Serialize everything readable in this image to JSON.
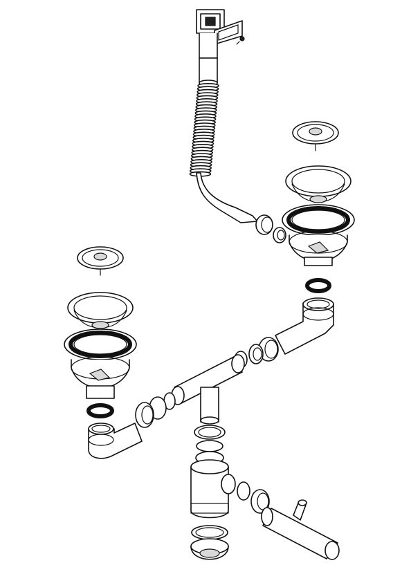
{
  "diagram": {
    "labels": [],
    "colors": {
      "line": "#111111",
      "fill": "#ffffff",
      "shade": "#d9d9d9"
    },
    "components": [
      "overflow-cover",
      "overflow-hose",
      "hose-nut",
      "strainer-cap-right",
      "strainer-basket-right",
      "strainer-cap-left",
      "strainer-basket-left",
      "main-tube",
      "connector-nuts",
      "bottle-trap",
      "outlet-pipe"
    ]
  }
}
